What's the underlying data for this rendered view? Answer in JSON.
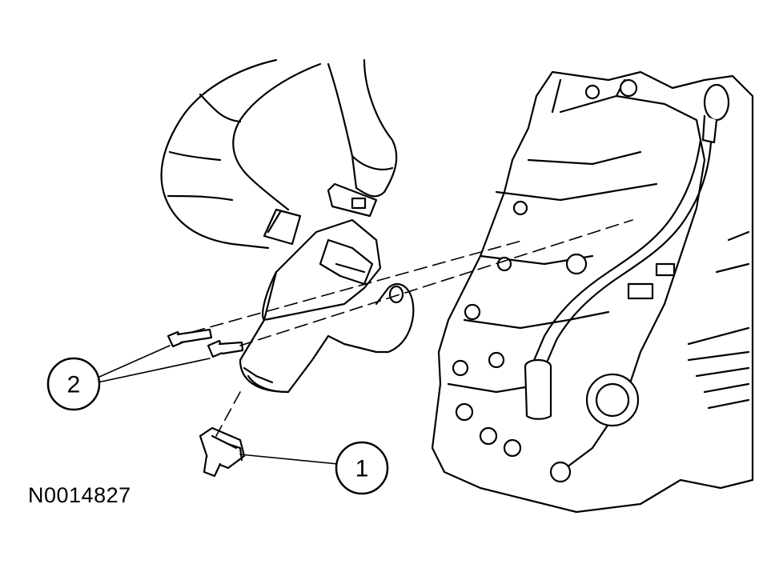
{
  "figure_id": "N0014827",
  "callouts": [
    {
      "number": "1"
    },
    {
      "number": "2"
    }
  ]
}
